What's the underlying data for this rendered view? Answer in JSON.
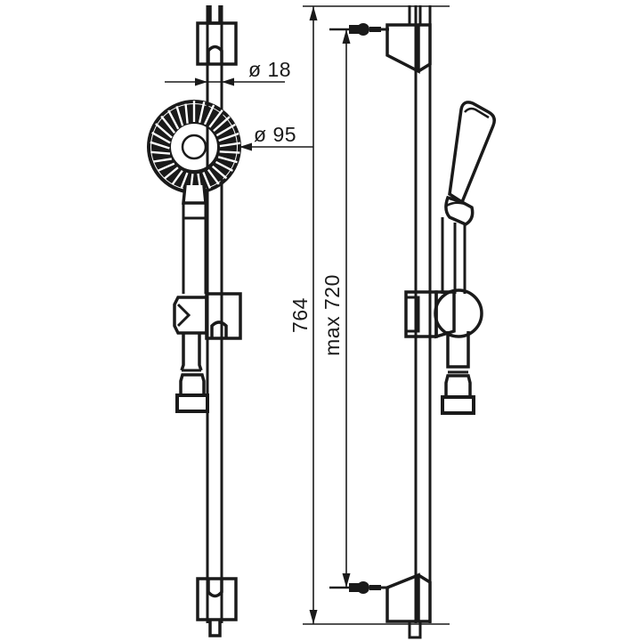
{
  "drawing": {
    "title": "Shower rail set technical drawing",
    "background_color": "#ffffff",
    "line_color": "#1a1a1a",
    "views": [
      {
        "name": "front-view",
        "label": ""
      },
      {
        "name": "side-view",
        "label": ""
      }
    ]
  },
  "dimensions": {
    "diameter_rail": {
      "label": "ø 18",
      "name": "rail-diameter",
      "value": 18,
      "unit": "mm",
      "orientation": "horizontal"
    },
    "diameter_head": {
      "label": "ø 95",
      "name": "shower-head-diameter",
      "value": 95,
      "unit": "mm",
      "orientation": "horizontal"
    },
    "total_height": {
      "label": "764",
      "name": "total-rail-height",
      "value": 764,
      "unit": "mm",
      "orientation": "vertical"
    },
    "bracket_spacing": {
      "label": "max 720",
      "name": "max-bracket-spacing",
      "value": 720,
      "unit": "mm",
      "orientation": "vertical"
    }
  },
  "components": {
    "shower_head": "multi-function-hand-shower-head",
    "rail": "vertical-slide-rail",
    "top_bracket": "top-wall-bracket",
    "bottom_bracket": "bottom-wall-bracket",
    "sliding_holder": "adjustable-shower-holder",
    "hose_connector": "hose-connector",
    "mounting_screw": "mounting-screw"
  }
}
